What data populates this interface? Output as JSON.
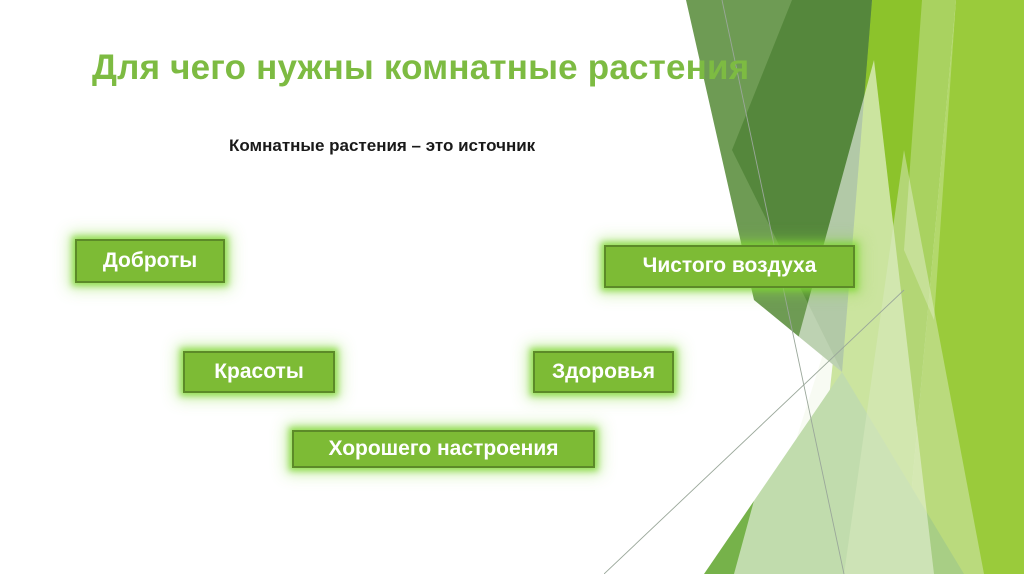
{
  "slide": {
    "title": "Для чего нужны комнатные растения",
    "subtitle": "Комнатные растения – это источник",
    "background_color": "#ffffff",
    "title_color": "#7DBB42",
    "subtitle_color": "#1a1a1a"
  },
  "chips": [
    {
      "id": "dobrota",
      "label": "Доброты"
    },
    {
      "id": "vozduh",
      "label": "Чистого воздуха"
    },
    {
      "id": "krasota",
      "label": "Красоты"
    },
    {
      "id": "zdorovye",
      "label": "Здоровья"
    },
    {
      "id": "nastroenie",
      "label": "Хорошего настроения"
    }
  ],
  "chip_style": {
    "fill_color": "#7DBB35",
    "border_color": "#5C8A28",
    "text_color": "#ffffff",
    "glow_color": "#7CD630"
  },
  "decoration": {
    "name": "facet-corner-graphic",
    "position": "right",
    "colors": {
      "sage_green": "#6E9B54",
      "deep_green": "#55873C",
      "mid_green": "#76B24A",
      "lime": "#8CC32B",
      "bright_lime": "#9ACB3B",
      "pale_green": "#D7E8B8",
      "very_pale_green": "#E9F2D9",
      "hairline": "#9aa79a"
    }
  }
}
